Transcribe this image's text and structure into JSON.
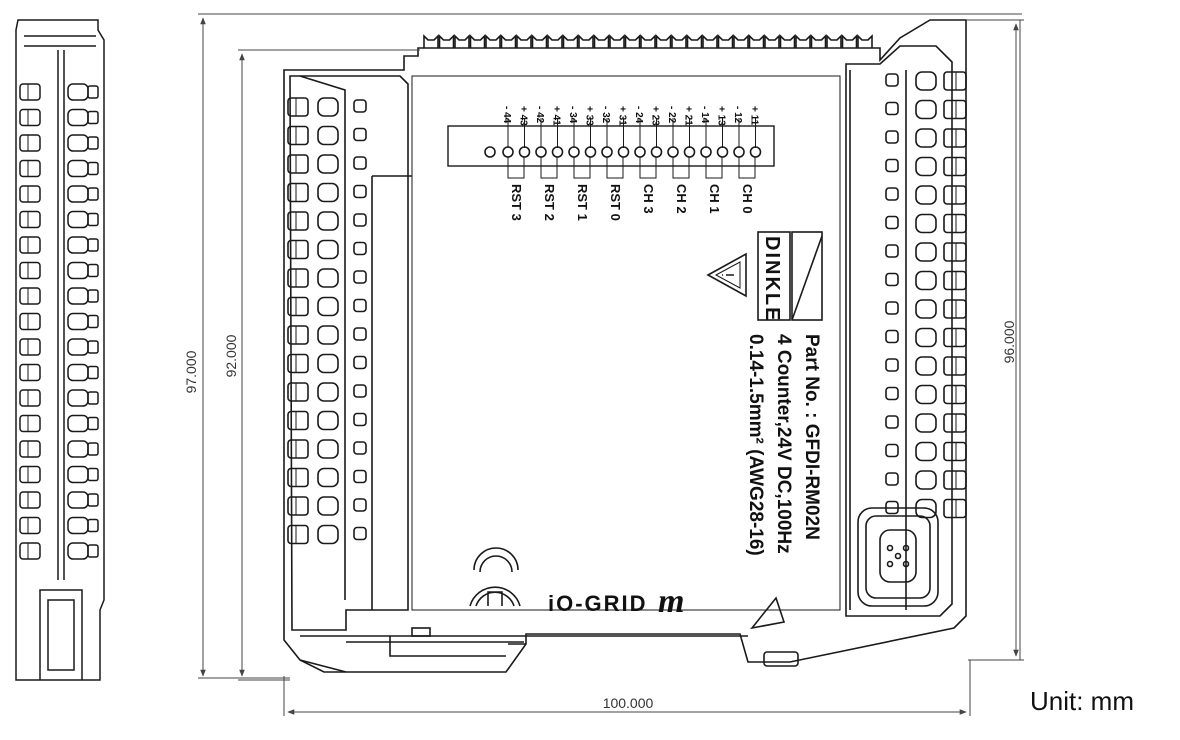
{
  "dimensions": {
    "height_overall": "97.000",
    "height_inner": "92.000",
    "height_right": "96.000",
    "width": "100.000"
  },
  "unit_label": "Unit: mm",
  "terminal_pins": [
    "- 44",
    "+ 43",
    "- 42",
    "+ 41",
    "- 34",
    "+ 33",
    "- 32",
    "+ 31",
    "- 24",
    "+ 23",
    "- 22",
    "+ 21",
    "- 14",
    "+ 13",
    "- 12",
    "+ 11"
  ],
  "channels": [
    "RST 3",
    "RST 2",
    "RST 1",
    "RST 0",
    "CH 3",
    "CH 2",
    "CH 1",
    "CH 0"
  ],
  "brand": "DINKLE",
  "part_info": {
    "part_no": "Part No. : GFDI-RM02N",
    "spec": "4 Counter,24V DC,100Hz",
    "wire": "0.14-1.5mm² (AWG28-16)"
  },
  "logo_text": "iO-GRID",
  "logo_suffix": "m",
  "colors": {
    "line": "#1a1a1a",
    "dim": "#444444"
  }
}
